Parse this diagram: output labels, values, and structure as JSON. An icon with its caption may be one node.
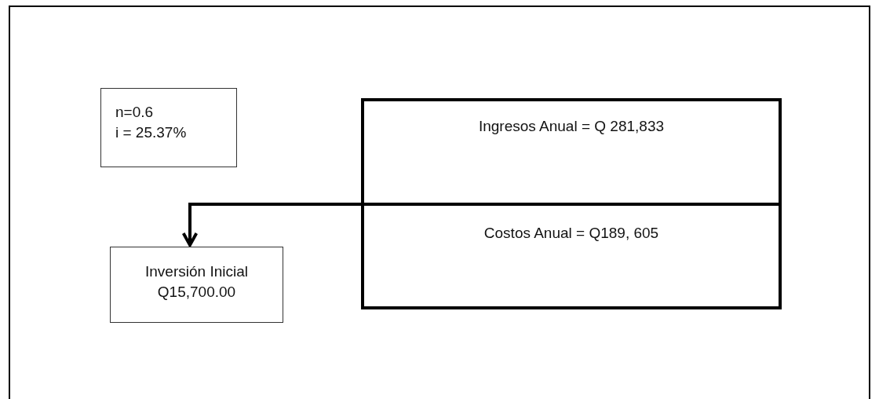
{
  "diagram": {
    "nodes": [
      {
        "text": [
          "n=0.6",
          "i = 25.37%"
        ]
      },
      {
        "text": [
          "Ingresos Anual = Q 281,833"
        ]
      },
      {
        "text": [
          "Costos Anual = Q189, 605"
        ]
      },
      {
        "text": [
          "Inversión Inicial",
          "Q15,700.00"
        ]
      }
    ],
    "edges": [
      {
        "from": 2,
        "to": 3,
        "arrow": "to"
      }
    ]
  }
}
